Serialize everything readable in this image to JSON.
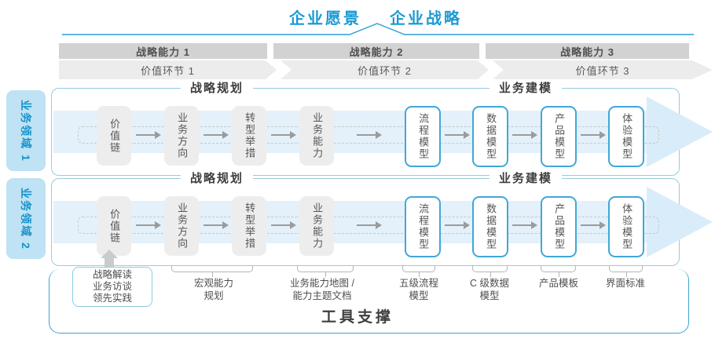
{
  "header": {
    "vision": "企业愿景",
    "strategy": "企业战略"
  },
  "capability_bars": [
    "战略能力 1",
    "战略能力 2",
    "战略能力 3"
  ],
  "value_links": [
    "价值环节 1",
    "价值环节 2",
    "价值环节 3"
  ],
  "domains": [
    "业务领域 1",
    "业务领域 2"
  ],
  "sections": {
    "planning": "战略规划",
    "modeling": "业务建模"
  },
  "nodes": {
    "strategy": [
      "价值链",
      "业务方向",
      "转型举措",
      "业务能力"
    ],
    "modeling": [
      "流程模型",
      "数据模型",
      "产品模型",
      "体验模型"
    ]
  },
  "annotations": {
    "inputs": [
      "战略解读",
      "业务访谈",
      "领先实践"
    ],
    "macro_capability": [
      "宏观能力",
      "规划"
    ],
    "capability_map": [
      "业务能力地图 /",
      "能力主题文档"
    ],
    "process_model": [
      "五级流程",
      "模型"
    ],
    "data_model": [
      "C 级数据",
      "模型"
    ],
    "product_template": "产品模板",
    "ui_standard": "界面标准"
  },
  "footer": {
    "tool_support": "工具支撑"
  },
  "colors": {
    "accent_blue": "#1b9ad3",
    "domain_fill": "#bfe2f4",
    "band_blue": "#e4f1fa",
    "bar_gray": "#d2d2d2",
    "ribbon_gray": "#ececec",
    "node_gray": "#ededed",
    "node_border_blue": "#41a7d8",
    "container_border": "#97cbe4",
    "tool_border": "#3fa2d2"
  }
}
